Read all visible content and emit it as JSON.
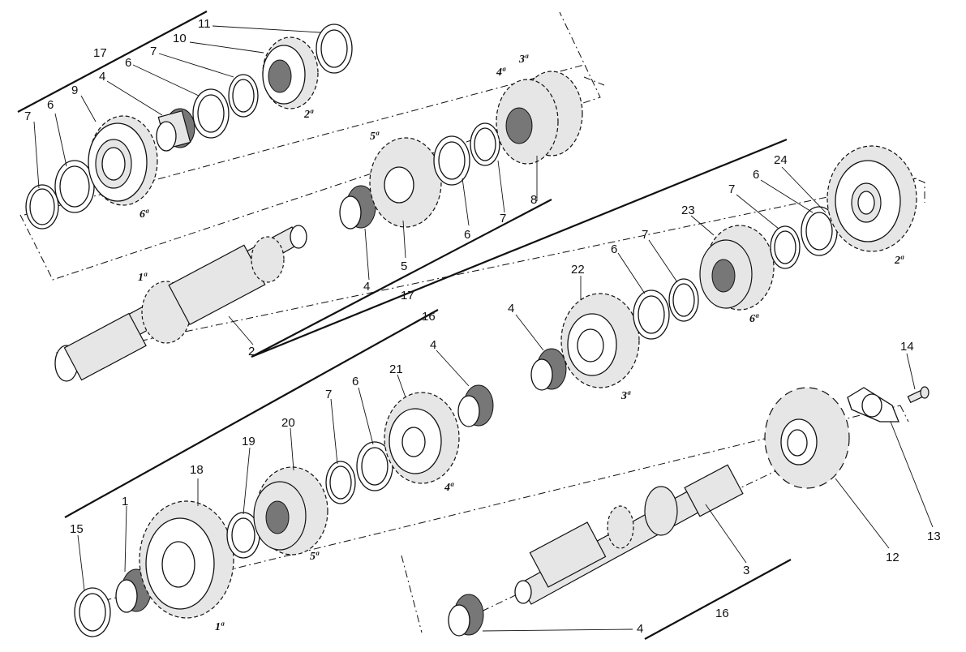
{
  "callouts": {
    "c1": "1",
    "c2": "2",
    "c3": "3",
    "c4a": "4",
    "c4b": "4",
    "c4c": "4",
    "c4d": "4",
    "c4e": "4",
    "c5": "5",
    "c6a": "6",
    "c6b": "6",
    "c6c": "6",
    "c6d": "6",
    "c6e": "6",
    "c6f": "6",
    "c7a": "7",
    "c7b": "7",
    "c7c": "7",
    "c7d": "7",
    "c7e": "7",
    "c7f": "7",
    "c8": "8",
    "c9": "9",
    "c10": "10",
    "c11": "11",
    "c12": "12",
    "c13": "13",
    "c14": "14",
    "c15": "15",
    "c16a": "16",
    "c16b": "16",
    "c17a": "17",
    "c17b": "17",
    "c18": "18",
    "c19": "19",
    "c20": "20",
    "c21": "21",
    "c22": "22",
    "c23": "23",
    "c24": "24"
  },
  "gear_labels": {
    "g1a": "1ª",
    "g1b": "1ª",
    "g2a": "2ª",
    "g2b": "2ª",
    "g3a": "3ª",
    "g3b": "3ª",
    "g4a": "4ª",
    "g4b": "4ª",
    "g5a": "5ª",
    "g5b": "5ª",
    "g6a": "6ª",
    "g6b": "6ª"
  }
}
